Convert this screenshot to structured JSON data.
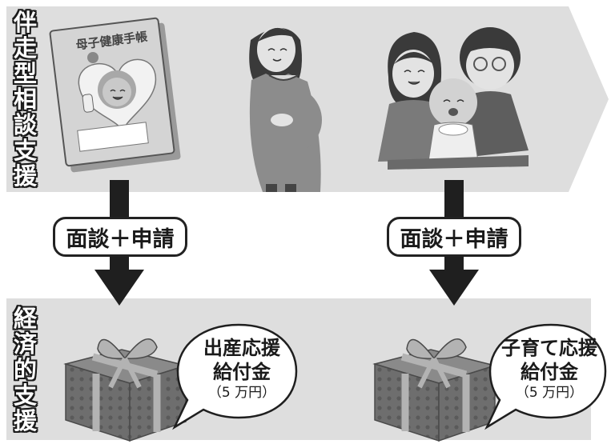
{
  "top_band": {
    "label_chars": [
      "伴",
      "走",
      "型",
      "相",
      "談",
      "支",
      "援"
    ]
  },
  "bottom_band": {
    "label_chars": [
      "経",
      "済",
      "的",
      "支",
      "援"
    ]
  },
  "handbook": {
    "title": "母子健康手帳"
  },
  "steps": [
    {
      "label": "面談＋申請"
    },
    {
      "label": "面談＋申請"
    }
  ],
  "benefits": [
    {
      "line1": "出産応援",
      "line2": "給付金",
      "amount": "（5 万円）"
    },
    {
      "line1": "子育て応援",
      "line2": "給付金",
      "amount": "（5 万円）"
    }
  ],
  "colors": {
    "band": "#dedede",
    "arrow": "#1f1f1f",
    "gift": "#6e6e6e",
    "ribbon": "#b3b3b3"
  }
}
